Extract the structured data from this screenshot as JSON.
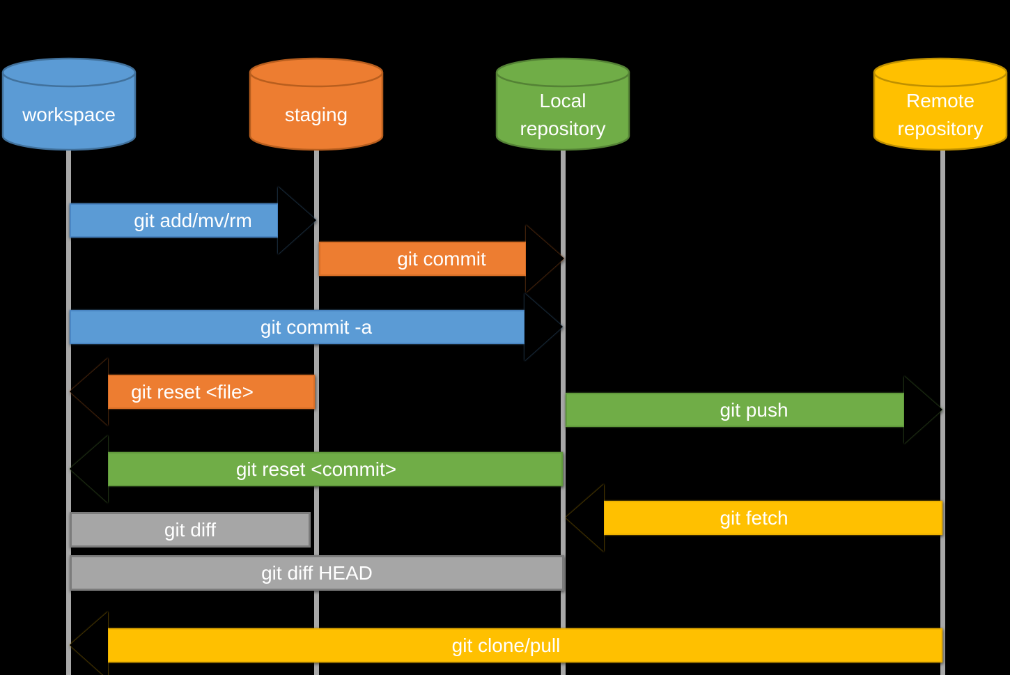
{
  "diagram": {
    "description": "Git workflow sequence diagram",
    "background_color": "#000000",
    "lifeline_color": "#A8A8A8",
    "text_color": "#FFFFFF"
  },
  "colors": {
    "blue": "#5B9BD5",
    "orange": "#ED7D31",
    "green": "#70AD47",
    "yellow": "#FFC000",
    "gray": "#A6A6A6",
    "blue_border": "#41719C",
    "orange_border": "#B85E1E",
    "green_border": "#548235",
    "yellow_border": "#BF9000",
    "gray_border": "#7C7C7C"
  },
  "lanes": [
    {
      "id": "workspace",
      "label": "workspace",
      "color": "#5B9BD5"
    },
    {
      "id": "staging",
      "label": "staging",
      "color": "#ED7D31"
    },
    {
      "id": "local",
      "label": "Local repository",
      "color": "#70AD47"
    },
    {
      "id": "remote",
      "label": "Remote repository",
      "color": "#FFC000"
    }
  ],
  "arrows": [
    {
      "label": "git add/mv/rm",
      "from": "workspace",
      "to": "staging",
      "direction": "right",
      "color": "blue",
      "shape": "arrow"
    },
    {
      "label": "git commit",
      "from": "staging",
      "to": "local",
      "direction": "right",
      "color": "orange",
      "shape": "arrow"
    },
    {
      "label": "git commit -a",
      "from": "workspace",
      "to": "local",
      "direction": "right",
      "color": "blue",
      "shape": "arrow"
    },
    {
      "label": "git reset <file>",
      "from": "staging",
      "to": "workspace",
      "direction": "left",
      "color": "orange",
      "shape": "arrow"
    },
    {
      "label": "git push",
      "from": "local",
      "to": "remote",
      "direction": "right",
      "color": "green",
      "shape": "arrow"
    },
    {
      "label": "git reset <commit>",
      "from": "local",
      "to": "workspace",
      "direction": "left",
      "color": "green",
      "shape": "arrow"
    },
    {
      "label": "git fetch",
      "from": "remote",
      "to": "local",
      "direction": "left",
      "color": "yellow",
      "shape": "arrow"
    },
    {
      "label": "git diff",
      "from": "workspace",
      "to": "staging",
      "direction": "none",
      "color": "gray",
      "shape": "bar"
    },
    {
      "label": "git diff HEAD",
      "from": "workspace",
      "to": "local",
      "direction": "none",
      "color": "gray",
      "shape": "bar"
    },
    {
      "label": "git clone/pull",
      "from": "remote",
      "to": "workspace",
      "direction": "left",
      "color": "yellow",
      "shape": "arrow"
    }
  ]
}
